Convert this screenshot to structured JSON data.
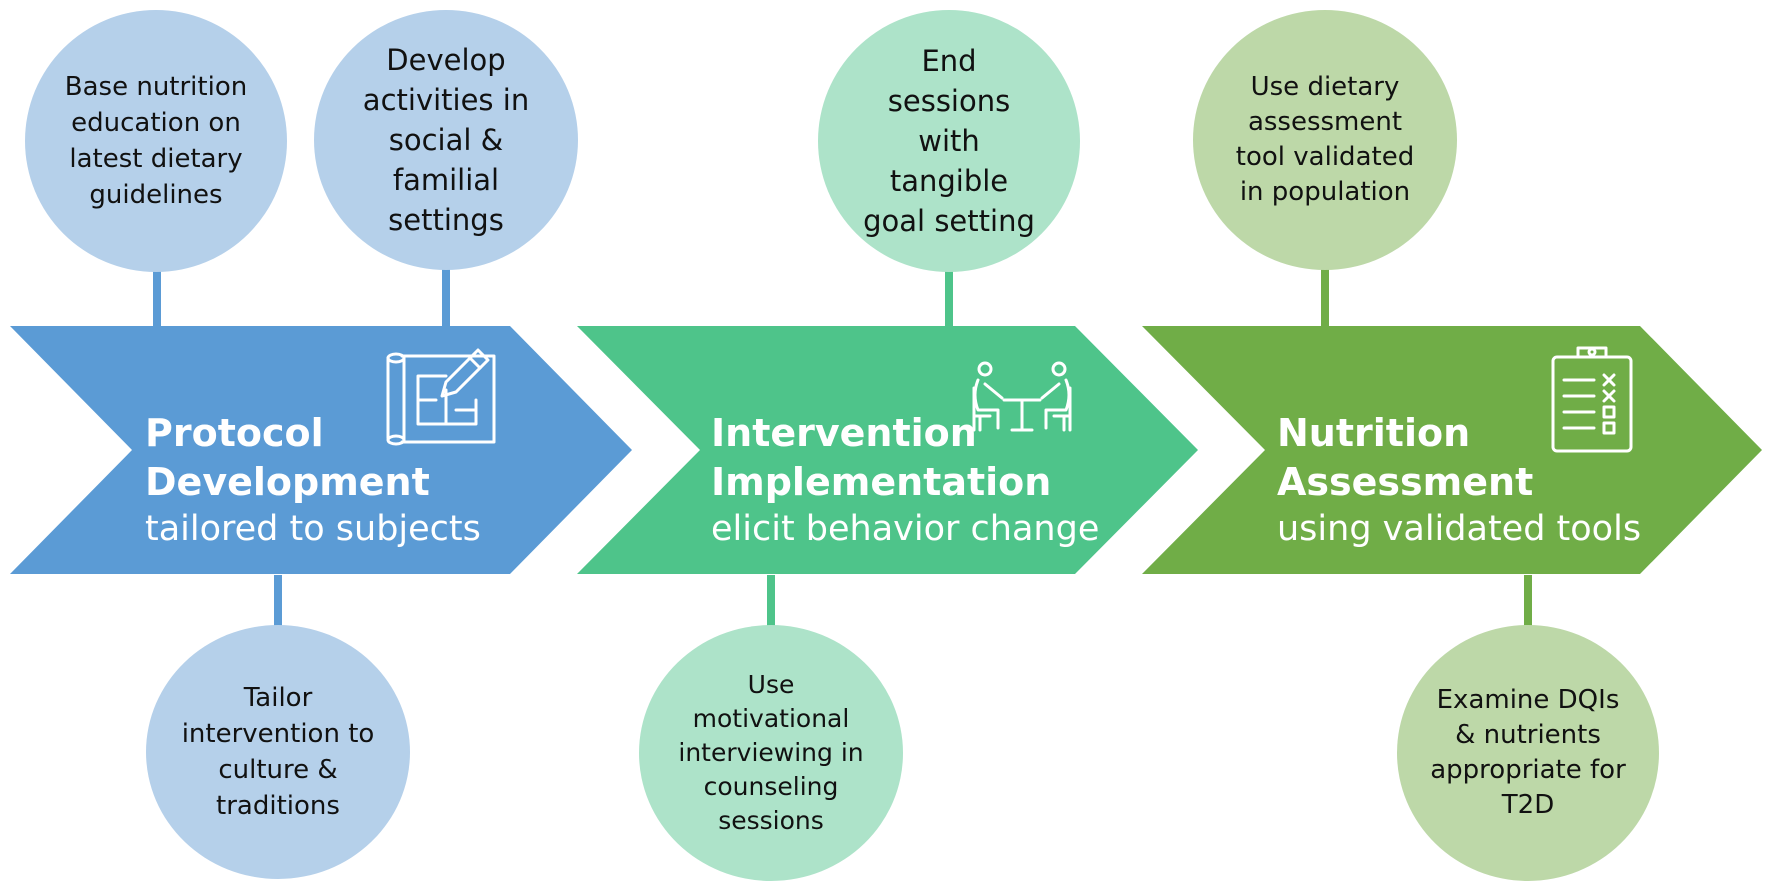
{
  "colors": {
    "stage1": "#5b9bd5",
    "stage2": "#4ec48a",
    "stage3": "#70ad47",
    "bubble1": "#b5d0ea",
    "bubble2": "#ade3c9",
    "bubble3": "#bdd8a8",
    "text_dark": "#111111",
    "text_light": "#ffffff"
  },
  "stages": [
    {
      "id": "protocol",
      "title_line1": "Protocol",
      "title_line2": "Development",
      "subtitle": "tailored to subjects",
      "icon": "blueprint-pencil-icon",
      "bubbles": {
        "b1": "Base nutrition education on latest dietary guidelines",
        "b2": "Develop activities in social & familial settings",
        "b3": "Tailor intervention to culture & traditions"
      }
    },
    {
      "id": "intervention",
      "title_line1": "Intervention",
      "title_line2": "Implementation",
      "subtitle": "elicit behavior change",
      "icon": "counseling-meeting-icon",
      "bubbles": {
        "b1": "End sessions with tangible goal setting",
        "b2": "Use motivational interviewing in counseling sessions"
      }
    },
    {
      "id": "assessment",
      "title_line1": "Nutrition",
      "title_line2": "Assessment",
      "subtitle": "using validated tools",
      "icon": "clipboard-checklist-icon",
      "bubbles": {
        "b1": "Use dietary assessment tool validated in population",
        "b2": "Examine DQIs & nutrients appropriate for T2D"
      }
    }
  ]
}
